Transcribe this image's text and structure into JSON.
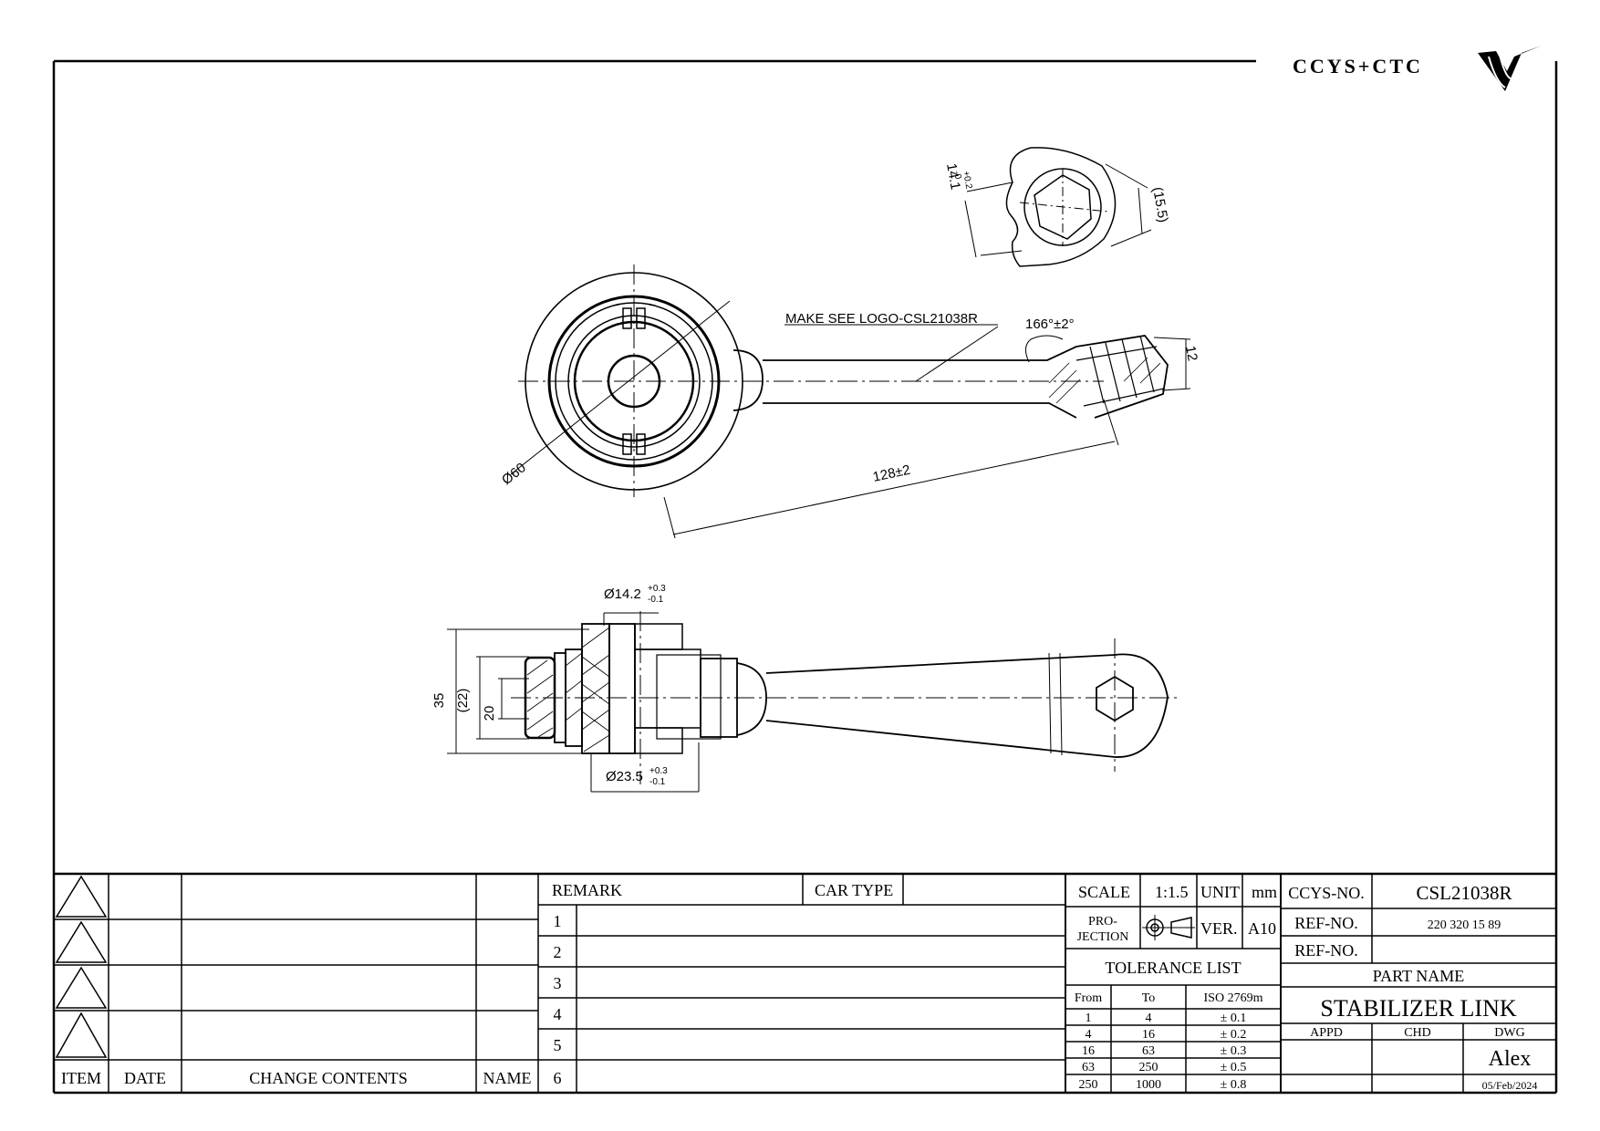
{
  "brand": {
    "logo_text": "CCYS+CTC"
  },
  "drawing": {
    "note": "MAKE SEE LOGO-CSL21038R",
    "dims": {
      "dia60": "Ø60",
      "angle": "166°±2°",
      "len": "128±2",
      "thk12": "12",
      "dim141": "14.1",
      "dim141_tol_up": "+0.2",
      "dim141_tol_lo": "-0",
      "dim155": "(15.5)",
      "dia142": "Ø14.2",
      "dia142_tol_up": "+0.3",
      "dia142_tol_lo": "-0.1",
      "dia235": "Ø23.5",
      "dia235_tol_up": "+0.3",
      "dia235_tol_lo": "-0.1",
      "h35": "35",
      "h22": "(22)",
      "h20": "20"
    }
  },
  "revision_block": {
    "headers": {
      "item": "ITEM",
      "date": "DATE",
      "change": "CHANGE CONTENTS",
      "name": "NAME"
    }
  },
  "remark_block": {
    "remark": "REMARK",
    "car_type": "CAR TYPE",
    "rows": [
      "1",
      "2",
      "3",
      "4",
      "5",
      "6"
    ]
  },
  "info_block": {
    "scale_label": "SCALE",
    "scale_value": "1:1.5",
    "unit_label": "UNIT",
    "unit_value": "mm",
    "projection_label_1": "PRO-",
    "projection_label_2": "JECTION",
    "ver_label": "VER.",
    "ver_value": "A10",
    "tolerance_title": "TOLERANCE LIST",
    "tol_headers": [
      "From",
      "To",
      "ISO 2769m"
    ],
    "tol_rows": [
      [
        "1",
        "4",
        "± 0.1"
      ],
      [
        "4",
        "16",
        "± 0.2"
      ],
      [
        "16",
        "63",
        "± 0.3"
      ],
      [
        "63",
        "250",
        "± 0.5"
      ],
      [
        "250",
        "1000",
        "± 0.8"
      ]
    ]
  },
  "part_block": {
    "ccys_no_label": "CCYS-NO.",
    "ccys_no_value": "CSL21038R",
    "ref_no_label_1": "REF-NO.",
    "ref_no_value_1": "220 320 15 89",
    "ref_no_label_2": "REF-NO.",
    "ref_no_value_2": "",
    "part_name_label": "PART NAME",
    "part_name_value": "STABILIZER LINK",
    "appd": "APPD",
    "chd": "CHD",
    "dwg": "DWG",
    "dwg_name": "Alex",
    "date": "05/Feb/2024"
  }
}
